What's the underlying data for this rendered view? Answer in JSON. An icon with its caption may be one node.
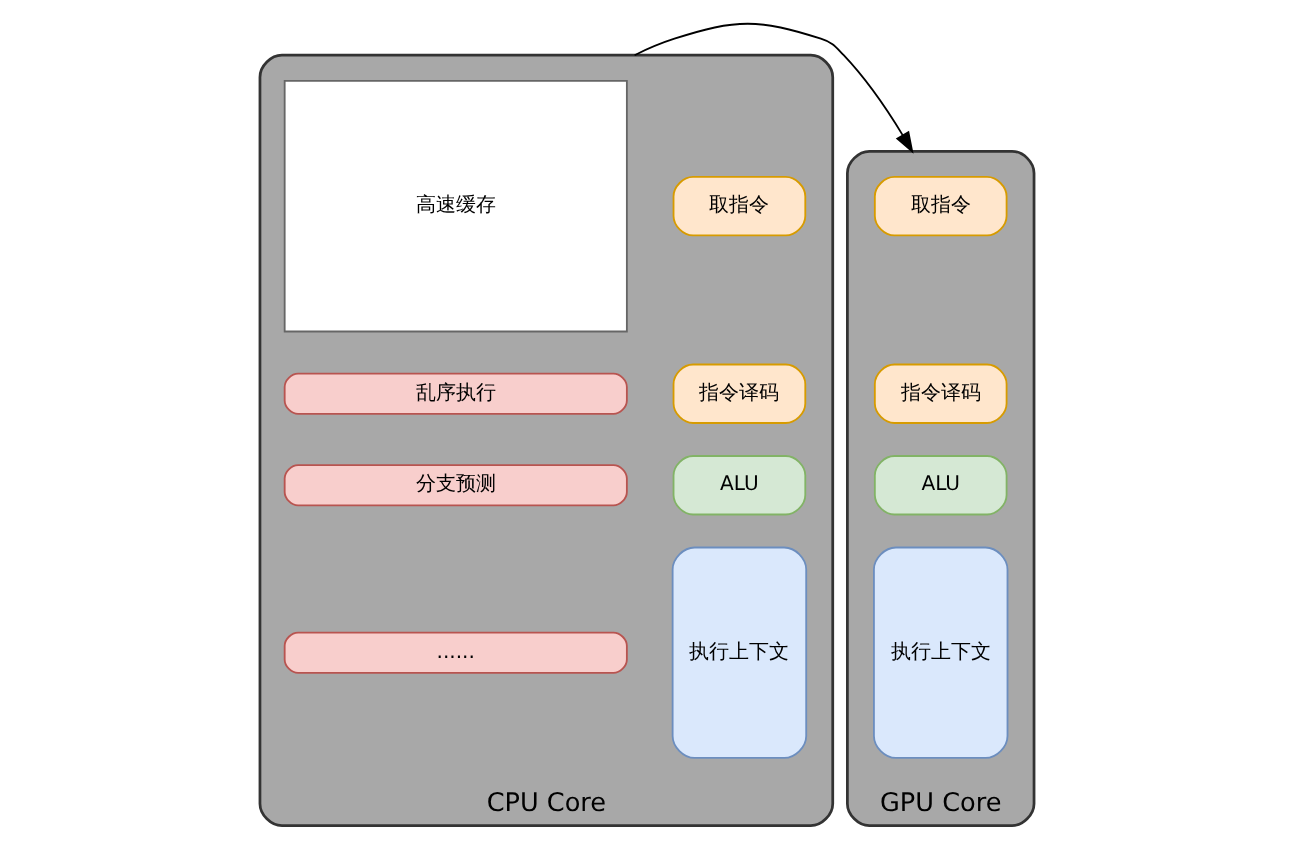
{
  "diagram": {
    "nodes": [
      {
        "text": [
          "CPU Core"
        ]
      },
      {
        "text": [
          "取指令"
        ],
        "in": 0
      },
      {
        "text": [
          "指令译码"
        ],
        "in": 0
      },
      {
        "text": [
          "ALU"
        ],
        "in": 0
      },
      {
        "text": [
          "执行上下文"
        ],
        "in": 0
      },
      {
        "text": [
          "高速缓存"
        ],
        "in": 0
      },
      {
        "text": [
          "乱序执行"
        ],
        "in": 0
      },
      {
        "text": [
          "分支预测"
        ],
        "in": 0
      },
      {
        "text": [
          "......"
        ],
        "in": 0
      },
      {
        "text": [
          "GPU Core"
        ]
      },
      {
        "text": [
          "取指令"
        ],
        "in": 9
      },
      {
        "text": [
          "指令译码"
        ],
        "in": 9
      },
      {
        "text": [
          "ALU"
        ],
        "in": 9
      },
      {
        "text": [
          "执行上下文"
        ],
        "in": 9
      }
    ],
    "edges": [
      {
        "from": 0,
        "to": 9,
        "arrow": "to"
      }
    ]
  }
}
